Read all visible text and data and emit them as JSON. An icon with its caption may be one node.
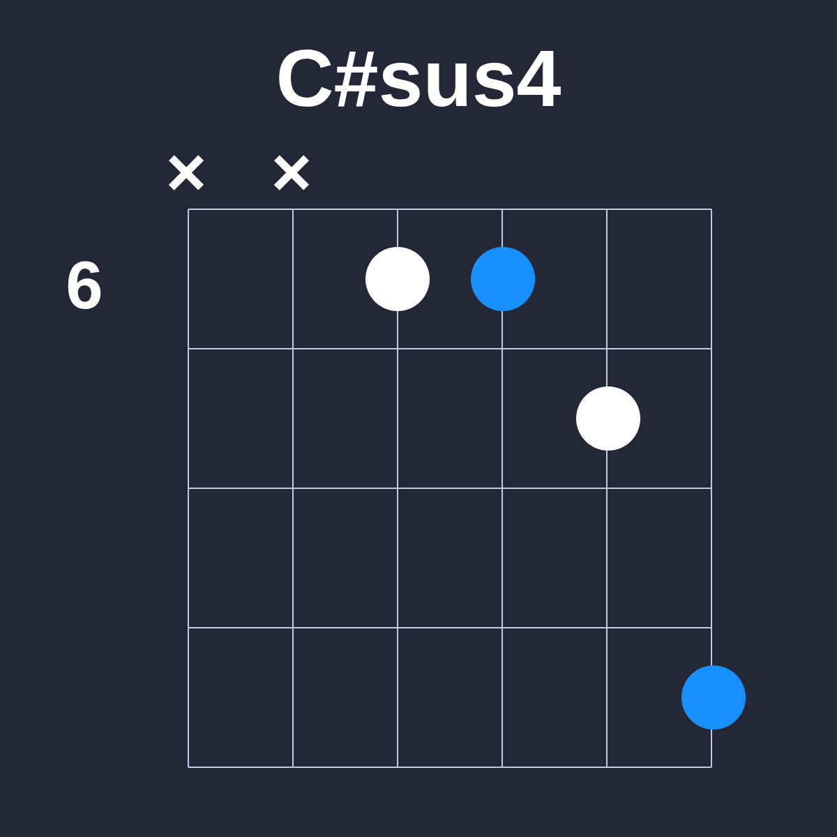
{
  "diagram": {
    "title": "C#sus4",
    "nodes": [
      {
        "text": [],
        "shape": "circle"
      },
      {
        "text": [],
        "shape": "circle"
      },
      {
        "text": [],
        "shape": "circle"
      },
      {
        "text": [],
        "shape": "circle"
      }
    ],
    "labels": [
      "×",
      "×",
      "6"
    ]
  }
}
